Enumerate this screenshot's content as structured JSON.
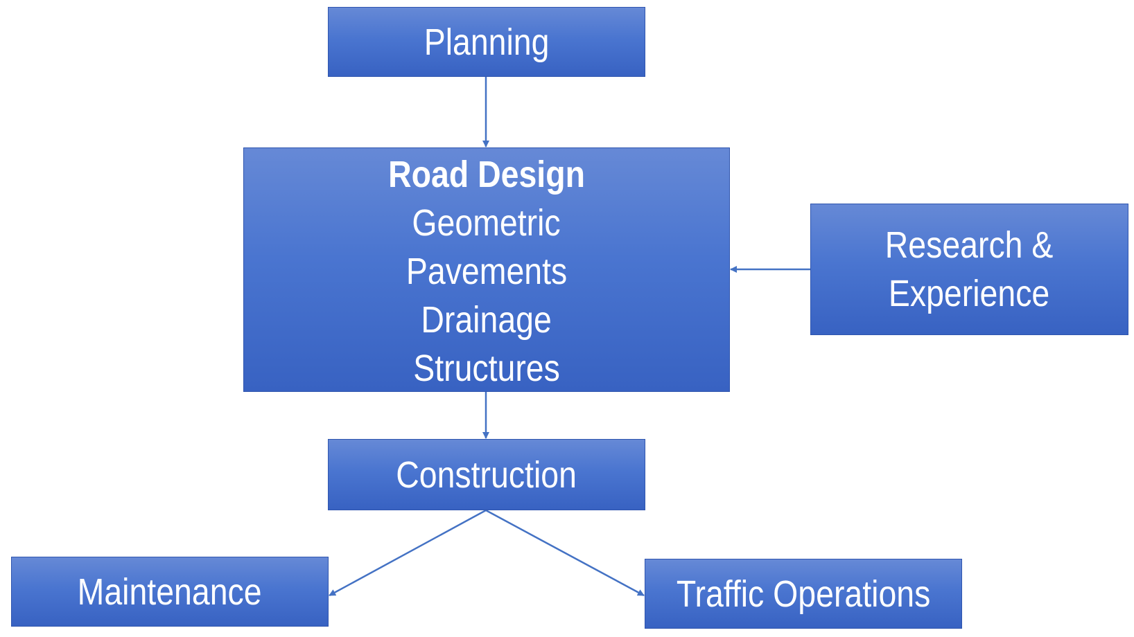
{
  "colors": {
    "box_fill": "#4a75d0",
    "box_border": "#2f55ae",
    "connector": "#4472c4",
    "text": "#ffffff",
    "background": "#ffffff"
  },
  "nodes": {
    "planning": {
      "label": "Planning"
    },
    "road_design": {
      "title": "Road Design",
      "items": [
        "Geometric",
        "Pavements",
        "Drainage",
        "Structures"
      ]
    },
    "research": {
      "line1": "Research &",
      "line2": "Experience"
    },
    "construction": {
      "label": "Construction"
    },
    "maintenance": {
      "label": "Maintenance"
    },
    "traffic": {
      "label": "Traffic Operations"
    }
  },
  "edges": [
    {
      "from": "Planning",
      "to": "Road Design"
    },
    {
      "from": "Research & Experience",
      "to": "Road Design"
    },
    {
      "from": "Road Design",
      "to": "Construction"
    },
    {
      "from": "Construction",
      "to": "Maintenance"
    },
    {
      "from": "Construction",
      "to": "Traffic Operations"
    }
  ]
}
